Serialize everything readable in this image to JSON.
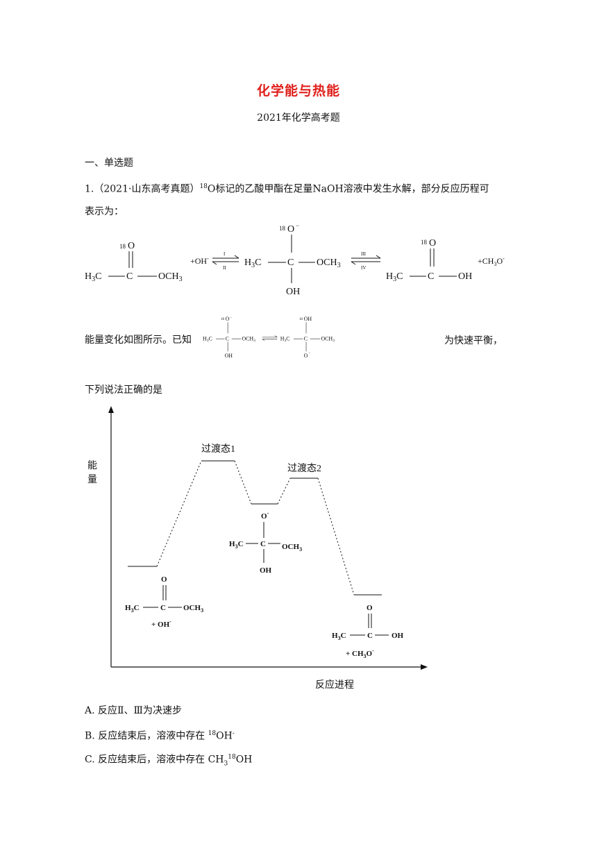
{
  "header": {
    "title": "化学能与热能",
    "subtitle": "2021年化学高考题"
  },
  "section": {
    "heading": "一、单选题"
  },
  "question": {
    "number": "1.",
    "source": "（2021·山东高考真题）",
    "text_part1": "O标记的乙酸甲酯在足量NaOH溶液中发生水解，部分反应历程可",
    "isotope": "18",
    "text_part2": "表示为：",
    "middle_pre": "能量变化如图所示。已知",
    "middle_post": "为快速平衡，",
    "lead": "下列说法正确的是"
  },
  "scheme": {
    "reactant_sup": "18",
    "plus_oh": "+OH",
    "arrow1_top": "I",
    "arrow1_bottom": "II",
    "arrow2_top": "III",
    "arrow2_bottom": "IV",
    "plus_ch3o": "+CH",
    "h3c": "H",
    "och3": "OCH",
    "oh": "OH",
    "o_minus": "O"
  },
  "diagram": {
    "ylabel_1": "能",
    "ylabel_2": "量",
    "xlabel": "反应进程",
    "ts1": "过渡态1",
    "ts2": "过渡态2",
    "plus_oh": "+ OH",
    "plus_ch3o": "+ CH",
    "h3c": "H",
    "och3": "OCH",
    "oh": "OH",
    "o": "O",
    "c": "C"
  },
  "options": [
    {
      "label": "A.",
      "text": "反应Ⅱ、Ⅲ为决速步"
    },
    {
      "label": "B.",
      "text": "反应结束后，溶液中存在",
      "tail": "OH",
      "sup": "18"
    },
    {
      "label": "C.",
      "text": "反应结束后，溶液中存在",
      "tail": "OH",
      "sup": "18"
    }
  ]
}
